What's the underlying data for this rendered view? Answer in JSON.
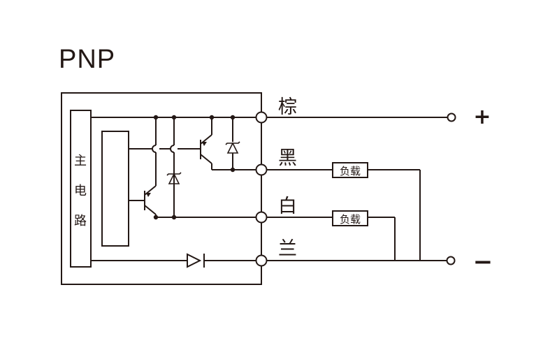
{
  "title": "PNP",
  "main_circuit": {
    "chars": [
      "主",
      "电",
      "路"
    ]
  },
  "wires": {
    "brown": "棕",
    "black": "黑",
    "white": "白",
    "blue": "兰"
  },
  "loads": {
    "black_load": "负载",
    "white_load": "负载"
  },
  "supply": {
    "plus": "+",
    "minus": "−"
  },
  "colors": {
    "ink": "#231815",
    "background": "#ffffff"
  }
}
